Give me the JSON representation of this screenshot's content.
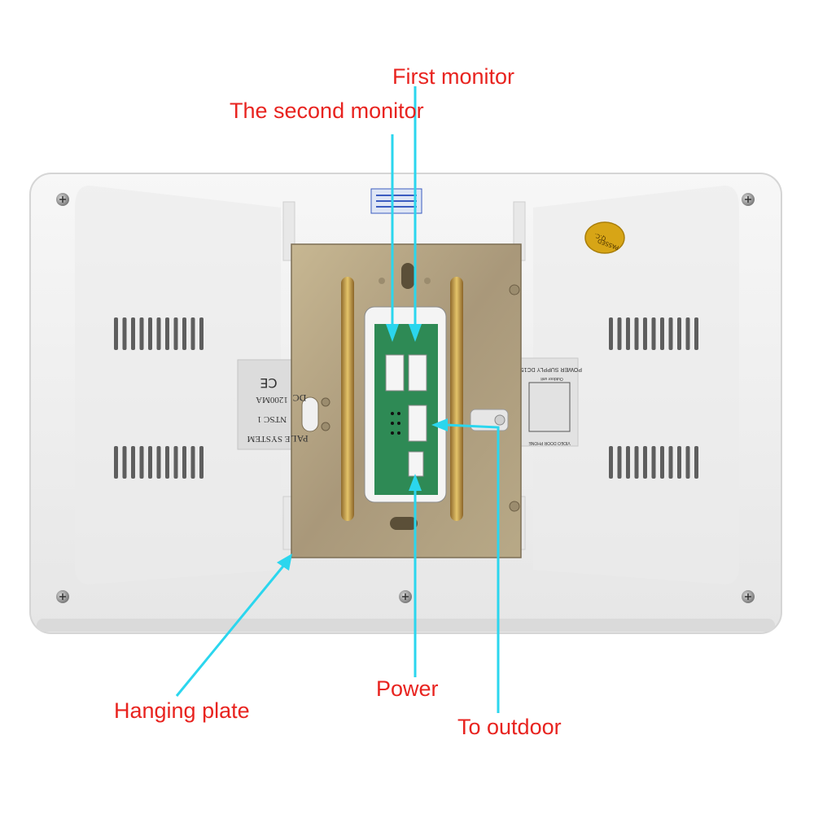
{
  "colors": {
    "label": "#e8231f",
    "leader": "#2bd6ee",
    "housing": "#f1f1f1",
    "housing_edge": "#d9d9d9",
    "plate": "#b0a283",
    "pcb": "#2e8a55",
    "stamp": "#d7a516"
  },
  "callouts": {
    "first_monitor": "First monitor",
    "second_monitor": "The second monitor",
    "hanging_plate": "Hanging plate",
    "power": "Power",
    "to_outdoor": "To outdoor"
  },
  "device": {
    "qc_stamp_top": "Q.C.",
    "qc_stamp_bottom": "PASSED",
    "left_label_lines": [
      "CE",
      "1200MA",
      "NTSC 1",
      "E SYSTEM"
    ],
    "right_label_lines": [
      "POWER SUPPLY DC15V",
      "Outdoor unit",
      "VIDEO DOOR PHONE"
    ],
    "plate_side_lines": [
      "DC",
      "PAL"
    ]
  },
  "icons": {
    "screw": "screw-icon",
    "vent": "vent-slots-icon",
    "connector": "connector-port-icon"
  }
}
